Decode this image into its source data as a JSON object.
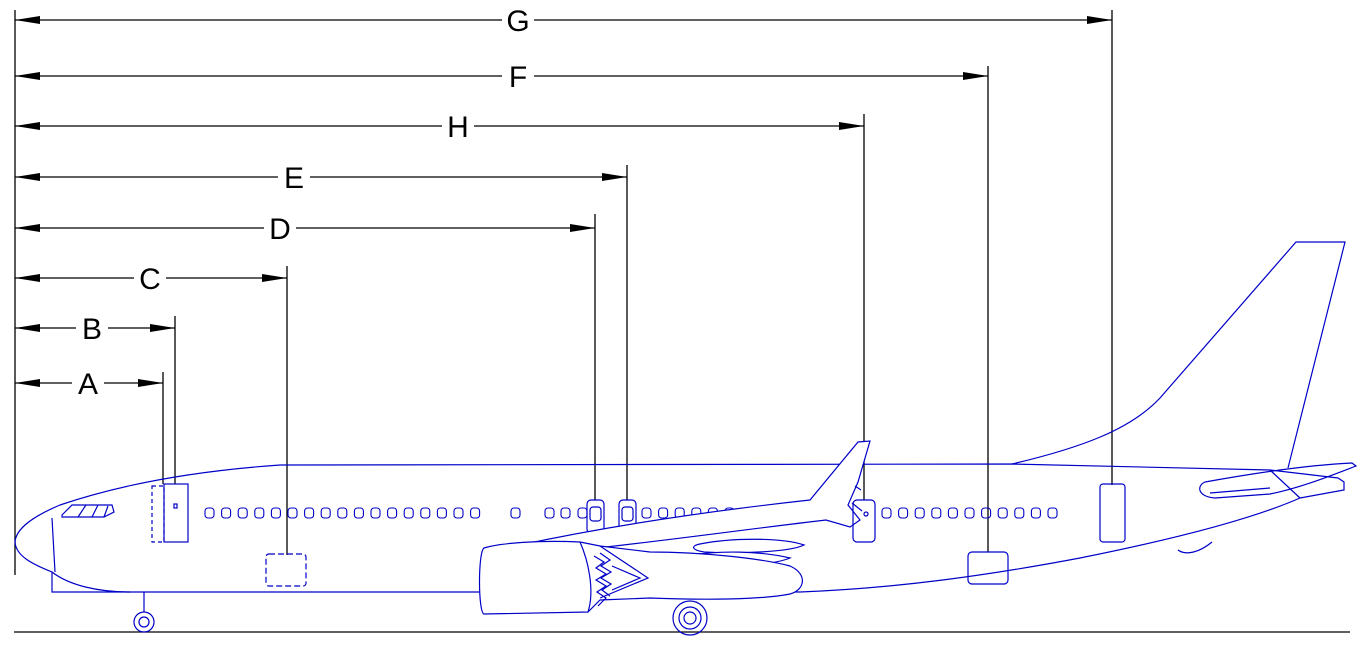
{
  "dimensions": [
    {
      "id": "G",
      "label": "G"
    },
    {
      "id": "F",
      "label": "F"
    },
    {
      "id": "H",
      "label": "H"
    },
    {
      "id": "E",
      "label": "E"
    },
    {
      "id": "D",
      "label": "D"
    },
    {
      "id": "C",
      "label": "C"
    },
    {
      "id": "B",
      "label": "B"
    },
    {
      "id": "A",
      "label": "A"
    }
  ],
  "colors": {
    "dimension_lines": "#000000",
    "aircraft_outline": "#0000c8",
    "background": "#ffffff"
  }
}
